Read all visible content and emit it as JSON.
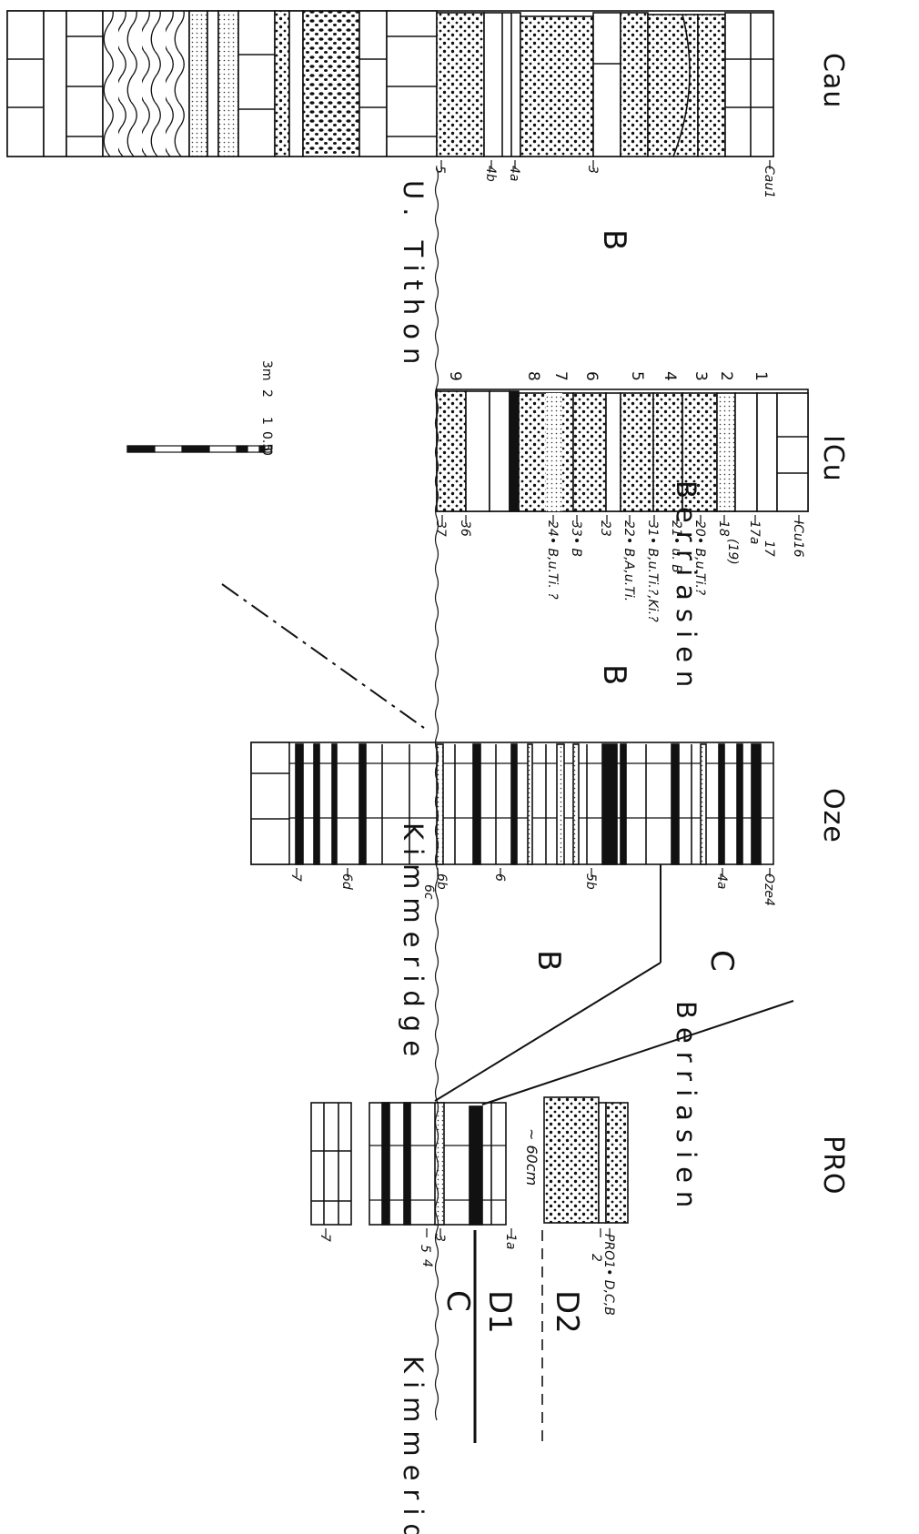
{
  "sections": [
    {
      "name": "Cau",
      "samples": [
        "5",
        "4b",
        "4a",
        "3",
        "Cau1"
      ]
    },
    {
      "name": "ICu",
      "bed_numbers": [
        "9",
        "8",
        "7",
        "6",
        "5",
        "4",
        "3",
        "2",
        "1"
      ],
      "samples": [
        "37",
        "36",
        "24• B,u.Ti. ?",
        "33• B",
        "23",
        "22• B,A,u.Ti.",
        "31• B,u.Ti.?,Ki.?",
        "21• u. B",
        "20• B,u.Ti.?",
        "(19)",
        "18",
        "17a",
        "17",
        "ICu16"
      ]
    },
    {
      "name": "Oze",
      "samples": [
        "7",
        "6d",
        "6c",
        "6b",
        "6",
        "5b",
        "4a",
        "Oze4"
      ]
    },
    {
      "name": "PRO",
      "samples": [
        "7",
        "5",
        "4",
        "3",
        "1a",
        "2",
        "PRO1• D,C,B"
      ],
      "thickness_note": "~ 60cm"
    }
  ],
  "stages": {
    "u_tithon": "U. Tithon",
    "berriasien": "Berriasien",
    "kimmeridge": "Kimmeridge"
  },
  "zones": {
    "b": "B",
    "c": "C",
    "d1": "D1",
    "d2": "D2"
  },
  "scale_bar": {
    "labels": [
      "0",
      "0.5",
      "1",
      "2",
      "3m"
    ]
  }
}
